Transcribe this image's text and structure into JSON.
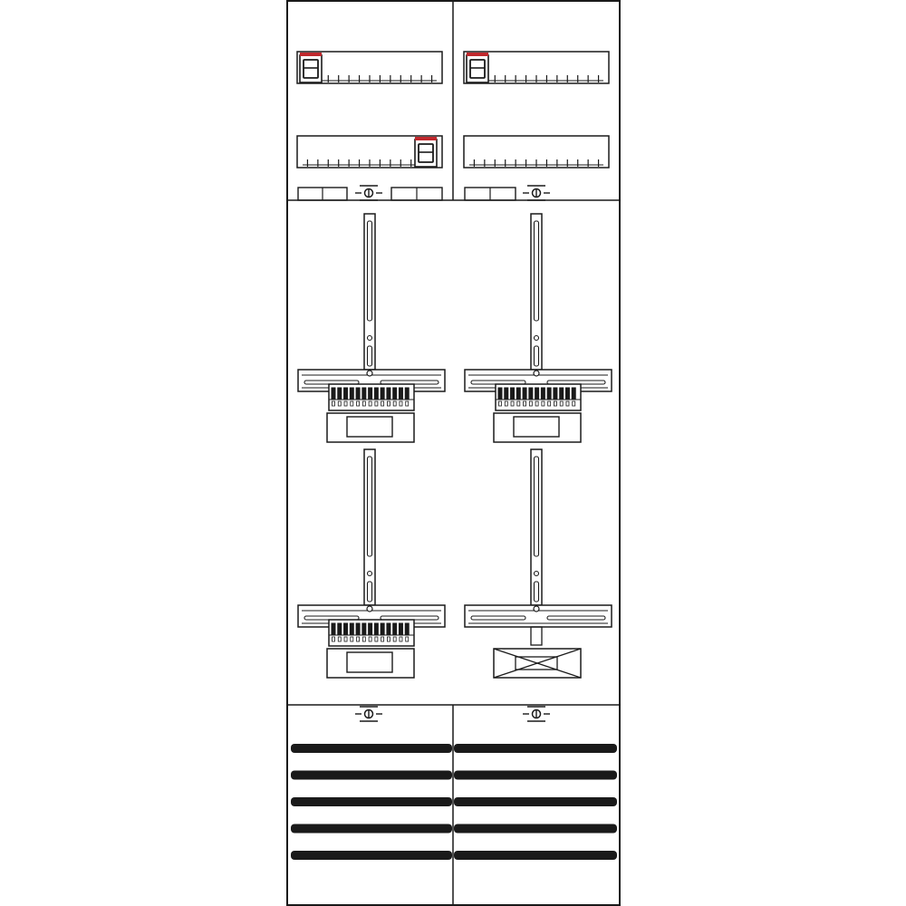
{
  "drawing": {
    "kind": "meter-cabinet-panel-line-drawing",
    "stroke_color": "#1a1a1a",
    "accent_color": "#c0282d",
    "background": "#ffffff",
    "top_section": {
      "columns": 2,
      "din_rails": [
        {
          "id": "top-left-upper",
          "has_red_breaker": true,
          "breaker_side": "left"
        },
        {
          "id": "top-right-upper",
          "has_red_breaker": true,
          "breaker_side": "left"
        },
        {
          "id": "top-left-lower",
          "has_red_breaker": true,
          "breaker_side": "right"
        },
        {
          "id": "top-right-lower",
          "has_red_breaker": false,
          "breaker_side": "none"
        }
      ],
      "ground_symbols": 2
    },
    "meter_section": {
      "meter_places": [
        {
          "id": "meter-top-left",
          "has_terminal_block": true,
          "plate": "frame"
        },
        {
          "id": "meter-top-right",
          "has_terminal_block": true,
          "plate": "frame"
        },
        {
          "id": "meter-bottom-left",
          "has_terminal_block": true,
          "plate": "frame"
        },
        {
          "id": "meter-bottom-right",
          "has_terminal_block": false,
          "plate": "crossed"
        }
      ]
    },
    "bottom_section": {
      "columns": 2,
      "busbars_per_column": 5,
      "ground_symbols": 2
    }
  }
}
